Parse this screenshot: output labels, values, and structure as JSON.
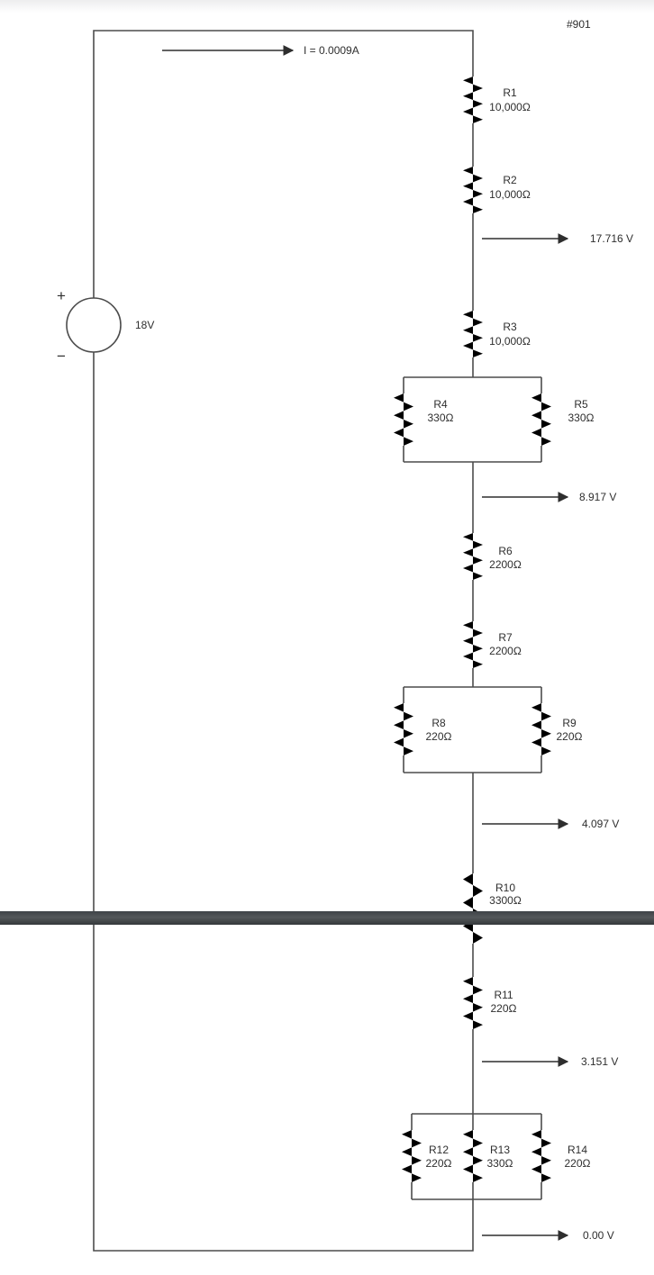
{
  "page": {
    "doc_number": "#901",
    "background": "#ffffff",
    "ink_color": "#4c4c4c",
    "text_color": "#2e2e2e",
    "separator_color": "#4a4e52"
  },
  "source": {
    "label": "18V",
    "plus": "+",
    "minus": "−"
  },
  "current": {
    "label": "I = 0.0009A"
  },
  "voltage_taps": [
    {
      "label": "17.716 V"
    },
    {
      "label": "8.917 V"
    },
    {
      "label": "4.097 V"
    },
    {
      "label": "3.151 V"
    },
    {
      "label": "0.00 V"
    }
  ],
  "resistors": [
    {
      "name": "R1",
      "value": "10,000Ω"
    },
    {
      "name": "R2",
      "value": "10,000Ω"
    },
    {
      "name": "R3",
      "value": "10,000Ω"
    },
    {
      "name": "R4",
      "value": "330Ω"
    },
    {
      "name": "R5",
      "value": "330Ω"
    },
    {
      "name": "R6",
      "value": "2200Ω"
    },
    {
      "name": "R7",
      "value": "2200Ω"
    },
    {
      "name": "R8",
      "value": "220Ω"
    },
    {
      "name": "R9",
      "value": "220Ω"
    },
    {
      "name": "R10",
      "value": "3300Ω"
    },
    {
      "name": "R11",
      "value": "220Ω"
    },
    {
      "name": "R12",
      "value": "220Ω"
    },
    {
      "name": "R13",
      "value": "330Ω"
    },
    {
      "name": "R14",
      "value": "220Ω"
    }
  ]
}
